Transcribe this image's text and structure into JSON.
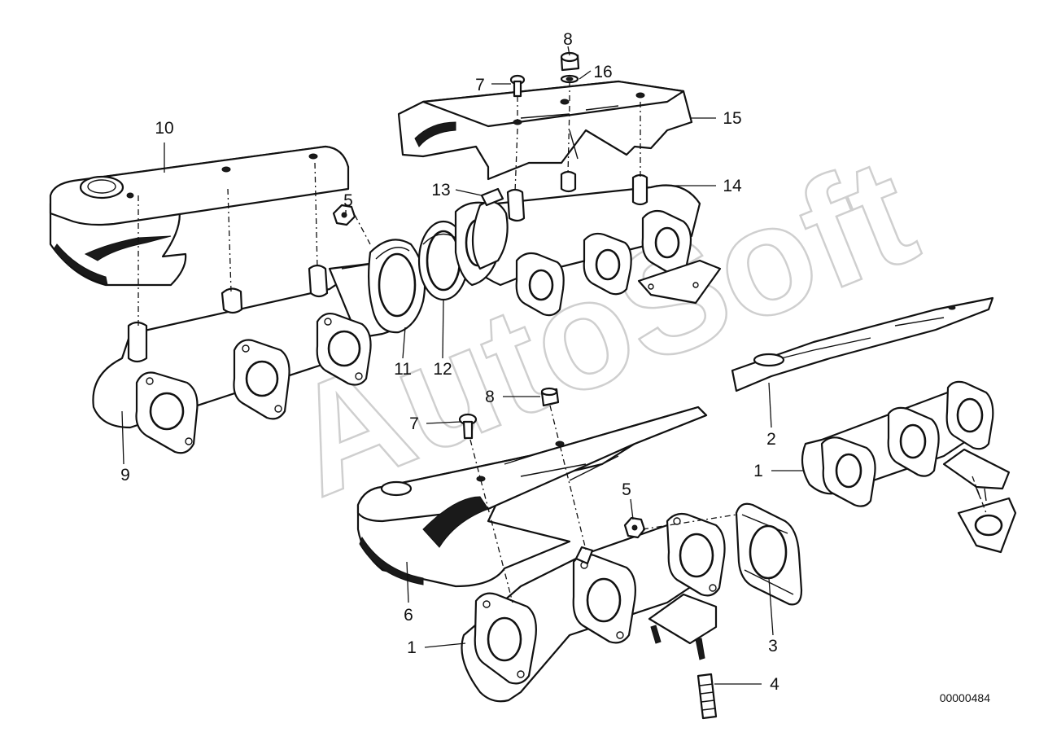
{
  "watermark": "AutoSoft",
  "document_number": "00000484",
  "callouts": [
    "8",
    "7",
    "16",
    "15",
    "10",
    "13",
    "5",
    "14",
    "11",
    "12",
    "9",
    "8",
    "7",
    "2",
    "1",
    "5",
    "6",
    "3",
    "1",
    "4"
  ]
}
